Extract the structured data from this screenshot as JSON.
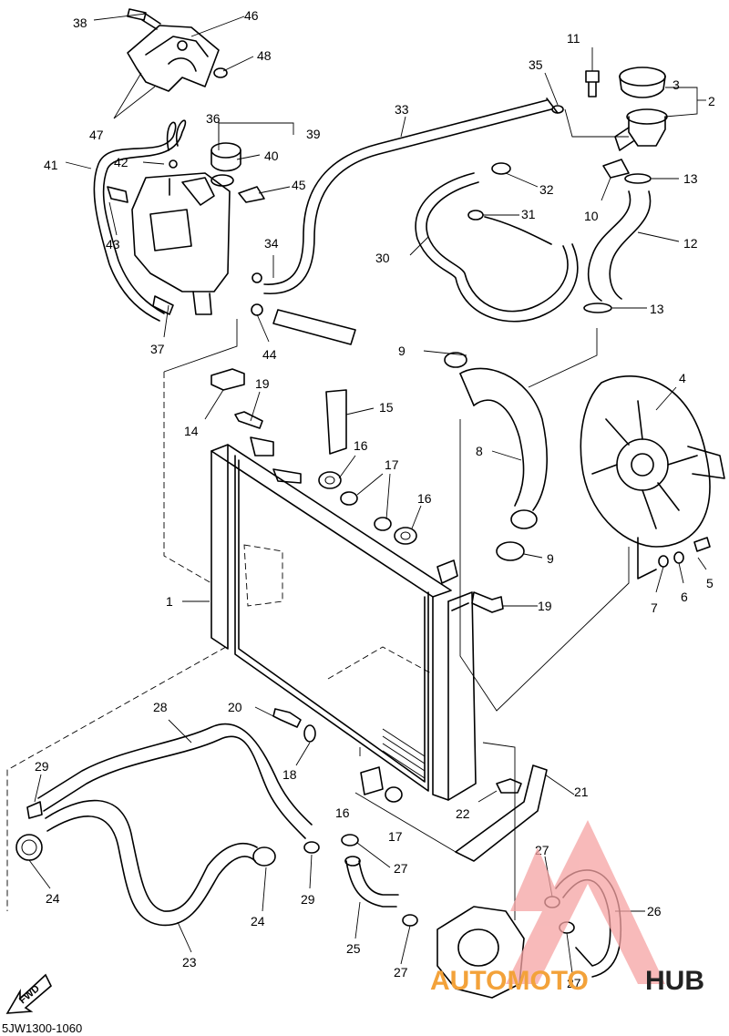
{
  "drawing_code": "5JW1300-1060",
  "fwd_label": "FWD",
  "watermark": {
    "brand_left": "AUTOMOTO",
    "brand_right": "HUB",
    "color_left": "#f3a23a",
    "color_right": "#222222",
    "triangle_color": "#f5a3a3"
  },
  "callouts": [
    "1",
    "2",
    "3",
    "4",
    "5",
    "6",
    "7",
    "8",
    "9",
    "10",
    "11",
    "12",
    "13",
    "14",
    "15",
    "16",
    "17",
    "18",
    "19",
    "20",
    "21",
    "22",
    "23",
    "24",
    "25",
    "26",
    "27",
    "28",
    "29",
    "30",
    "31",
    "32",
    "33",
    "34",
    "35",
    "36",
    "37",
    "38",
    "39",
    "40",
    "41",
    "42",
    "43",
    "44",
    "45",
    "46",
    "47",
    "48"
  ]
}
